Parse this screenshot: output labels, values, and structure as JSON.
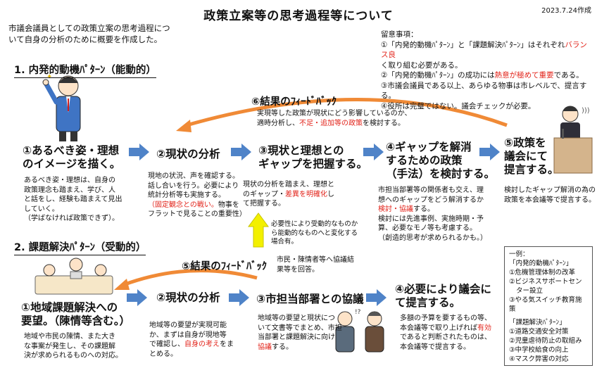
{
  "title": "政策立案等の思考過程等について",
  "date": "2023.7.24作成",
  "intro": [
    "市議会議員としての政策立案の思考過程につ",
    "いて自身の分析のために概要を作成した。"
  ],
  "notes": {
    "heading": "留意事項：",
    "items": [
      {
        "pre": "①「内発的動機ﾊﾟﾀｰﾝ」と「課題解決ﾊﾟﾀｰﾝ」はそれぞれ",
        "em": "バランス良",
        "post": ""
      },
      {
        "pre": "く取り組む必要がある。",
        "em": "",
        "post": ""
      },
      {
        "pre": "②「内発的動機ﾊﾟﾀｰﾝ」の成功には",
        "em": "熱意が極めて重要",
        "post": "である。"
      },
      {
        "pre": "③市議会議員である以上、あらゆる物事は市レベルで、提言する。",
        "em": "",
        "post": ""
      },
      {
        "pre": "④役所は完璧ではない。議会チェックが必要。",
        "em": "",
        "post": ""
      }
    ]
  },
  "pattern1": {
    "heading": "1. 内発的動機ﾊﾟﾀｰﾝ（能動的）",
    "feedback": {
      "label": "⑥結果のﾌｨｰﾄﾞﾊﾞｯｸ",
      "text1": "実現等した政策が現状にどう影響しているのか、",
      "text2pre": "適時分析し、",
      "text2em": "不足・追加等の政策",
      "text2post": "を検討する。"
    },
    "steps": [
      {
        "heading": [
          "①あるべき姿・理想",
          "のイメージを描く。"
        ],
        "desc": [
          "あるべき姿・理想は、自身の",
          "政策理念も踏まえ、学び、人",
          "と話をし、経験も踏まえて見出",
          "していく。",
          "（学ばなければ政策できず）。"
        ]
      },
      {
        "heading": [
          "②現状の分析"
        ],
        "desc": [
          "現地の状況、声を確認する。",
          "話し合いを行う。必要により",
          "統計分析等も実施する。"
        ],
        "em": "（固定観念との戦い。",
        "desc2": [
          "物事を",
          "フラットで見ることの重要性）"
        ]
      },
      {
        "heading": [
          "③現状と理想との",
          "ギャップを把握する。"
        ],
        "desc": [
          "現状の分析を踏まえ、理想と",
          "のギャップ・"
        ],
        "em": "差異を明確化",
        "desc2": [
          "し",
          "て把握する。"
        ]
      },
      {
        "heading": [
          "④ギャップを解消",
          "するための政策",
          "（手法）を検討する。"
        ],
        "desc": [
          "市担当部署等の関係者も交え、理",
          "想へのギャップをどう解消するか"
        ],
        "em": "検討・協議",
        "desc2": [
          "する。",
          "検討には先進事例、実施時期・予",
          "算、必要なモノ等も考慮する。",
          "（創造的思考が求められるかも。）"
        ]
      },
      {
        "heading": [
          "⑤政策を",
          "議会にて",
          "提言する。"
        ],
        "desc": [
          "検討したギャップ解消の為の",
          "政策を本会議等で提言する。"
        ]
      }
    ]
  },
  "transition": [
    "必要性により受動的なものか",
    "ら能動的なものへと変化する",
    "場合有。"
  ],
  "pattern2": {
    "heading": "2. 課題解決ﾊﾟﾀｰﾝ（受動的）",
    "feedback": {
      "label": "⑤結果のﾌｨｰﾄﾞﾊﾞｯｸ",
      "text1": "市民・陳情者等へ協議結",
      "text2": "果等を回答。"
    },
    "steps": [
      {
        "heading": [
          "①地域課題解決への",
          "要望。（陳情等含む。）"
        ],
        "desc": [
          "地域や市民の陳情、また大き",
          "な事案が発生し、その課題解",
          "決が求められるものへの対応。"
        ]
      },
      {
        "heading": [
          "②現状の分析"
        ],
        "desc": [
          "地域等の要望が実現可能",
          "か、まずは自身が現地等",
          "で確認し、"
        ],
        "em": "自身の考え",
        "desc2": [
          "をま",
          "とめる。"
        ]
      },
      {
        "heading": [
          "③市担当部署との協議"
        ],
        "desc": [
          "地域等の要望と現状につ",
          "いて文書等でまとめ、市担",
          "当部署と課題解決に向け"
        ],
        "em": "協議",
        "desc2": [
          "する。"
        ]
      },
      {
        "heading": [
          "④必要により議会に",
          "て提言する。"
        ],
        "desc": [
          "多額の予算を要するもの等、",
          "本会議等で取り上げれば"
        ],
        "em": "有効",
        "desc2": [
          "であると判断されたものは、",
          "本会議等で提言する。"
        ]
      }
    ]
  },
  "examples": {
    "heading": "一例：",
    "group1_title": "「内発的動機ﾊﾟﾀｰﾝ」",
    "group1": [
      "①危機管理体制の改革",
      "②ビジネスサポートセン",
      "ター設立",
      "③やる気スイッチ教育施策"
    ],
    "group2_title": "「課題解決ﾊﾟﾀｰﾝ」",
    "group2": [
      "①道路交通安全対策",
      "②児童虐待防止の取組み",
      "③中学校給食の向上",
      "④マスク弊害の対応"
    ]
  },
  "colors": {
    "accent_arrow": "#4f83c8",
    "feedback_arc": "#f08a36",
    "emphasis": "#e2231a",
    "transition_arrow": "#f3f000"
  },
  "icons": [
    "businessman-icon",
    "meeting-icon",
    "discussion-icon",
    "speaker-icon"
  ]
}
